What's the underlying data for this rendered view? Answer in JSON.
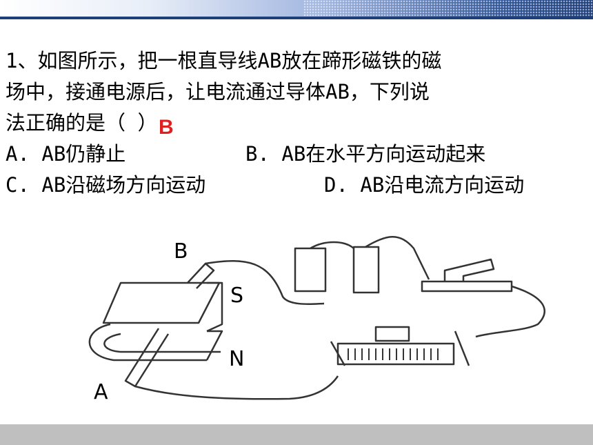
{
  "question": {
    "line1": "1、如图所示，把一根直导线AB放在蹄形磁铁的磁",
    "line2": "场中，接通电源后，让电流通过导体AB，下列说",
    "line3": "法正确的是（          ）",
    "option_a": "A. AB仍静止",
    "option_b": "B. AB在水平方向运动起来",
    "option_c": "C. AB沿磁场方向运动",
    "option_d": "D. AB沿电流方向运动"
  },
  "answer": "B",
  "figure": {
    "label_b": "B",
    "label_s": "S",
    "label_n": "N",
    "label_a": "A"
  },
  "colors": {
    "answer": "#e02020",
    "banner_dark": "#1f3f7a",
    "footer": "#bfbfbf"
  }
}
